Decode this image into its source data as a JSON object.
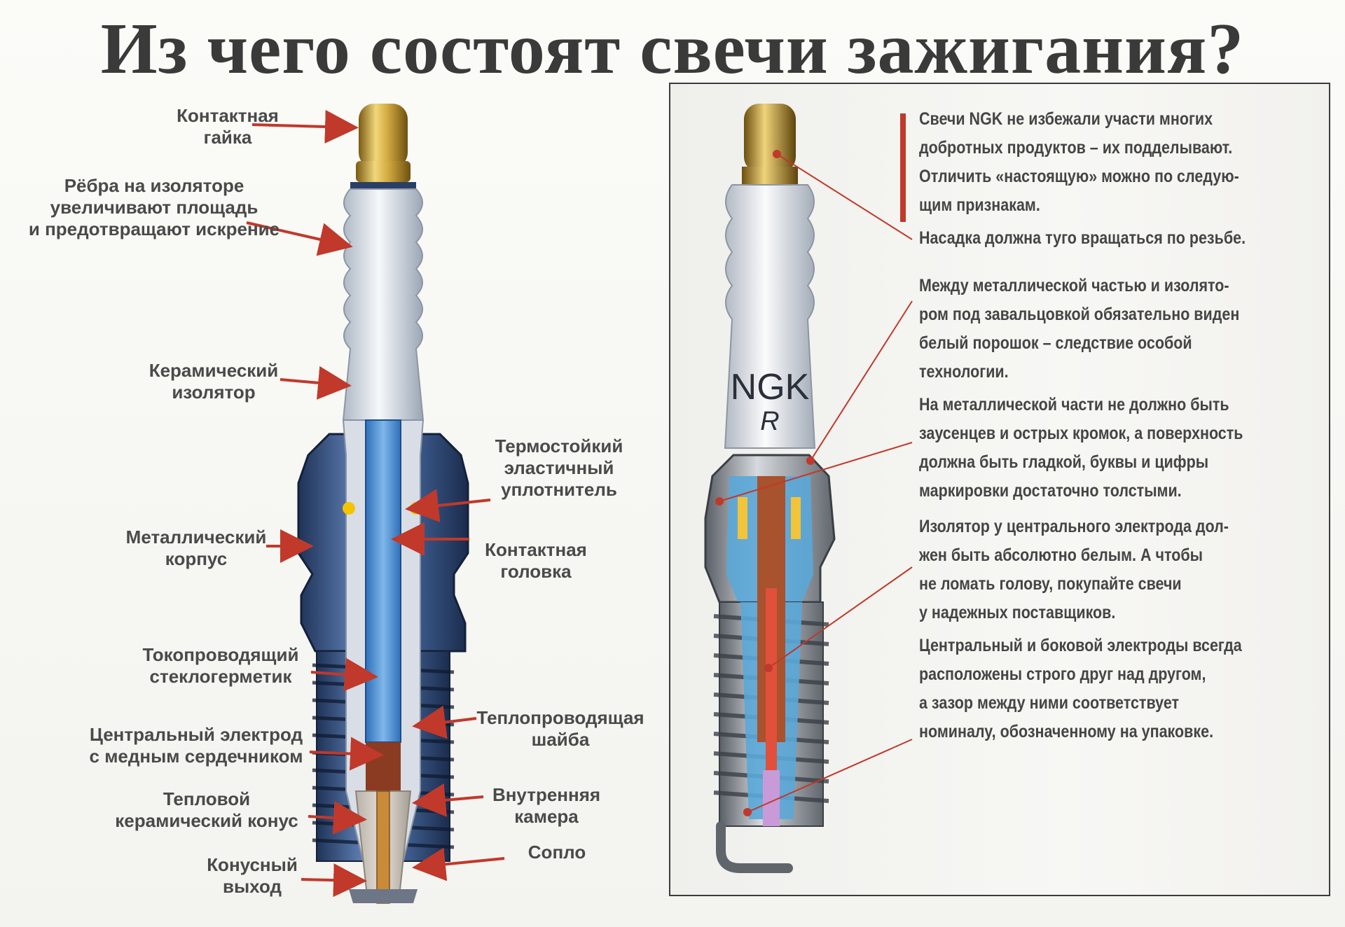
{
  "title": "Из чего состоят свечи зажигания?",
  "colors": {
    "arrow": "#c0392b",
    "label_text": "#4a4a4a",
    "body_blue": "#3c5a8a",
    "insulator": "#dde3ea",
    "core_blue": "#4a8fd6",
    "brass": "#c9a23a",
    "copper": "#b5522e"
  },
  "left_labels": [
    {
      "id": "kontaktnaya-gayka",
      "lines": [
        "Контактная",
        "гайка"
      ]
    },
    {
      "id": "rebra",
      "lines": [
        "Рёбра на изоляторе",
        "увеличивают площадь",
        "и предотвращают искрение"
      ]
    },
    {
      "id": "keramicheskiy-izolyator",
      "lines": [
        "Керамический",
        "изолятор"
      ]
    },
    {
      "id": "termostoykiy-uplotnitel",
      "lines": [
        "Термостойкий",
        "эластичный",
        "уплотнитель"
      ]
    },
    {
      "id": "metallicheskiy-korpus",
      "lines": [
        "Металлический",
        "корпус"
      ]
    },
    {
      "id": "kontaktnaya-golovka",
      "lines": [
        "Контактная",
        "головка"
      ]
    },
    {
      "id": "tokoprovodyashchiy",
      "lines": [
        "Токопроводящий",
        "стеклогерметик"
      ]
    },
    {
      "id": "teploprovodyashchaya-shayba",
      "lines": [
        "Теплопроводящая",
        "шайба"
      ]
    },
    {
      "id": "tsentralnyy-elektrod",
      "lines": [
        "Центральный электрод",
        "с медным сердечником"
      ]
    },
    {
      "id": "teplovoy-konus",
      "lines": [
        "Тепловой",
        "керамический конус"
      ]
    },
    {
      "id": "vnutrennyaya-kamera",
      "lines": [
        "Внутренняя",
        "камера"
      ]
    },
    {
      "id": "konusnyy-vykhod",
      "lines": [
        "Конусный",
        "выход"
      ]
    },
    {
      "id": "soplo",
      "lines": [
        "Сопло"
      ]
    }
  ],
  "right_panel": {
    "plug_brand": "NGK",
    "plug_mark": "R",
    "notes": [
      {
        "id": "intro",
        "lines": [
          "Свечи NGK не избежали участи многих",
          "добротных продуктов – их подделывают.",
          "Отличить «настоящую» можно по следую-",
          "щим признакам."
        ]
      },
      {
        "id": "nasadka",
        "lines": [
          "Насадка должна туго вращаться по резьбе."
        ]
      },
      {
        "id": "poroshok",
        "lines": [
          "Между металлической частью и изолято-",
          "ром под завальцовкой обязательно виден",
          "белый порошок – следствие особой",
          "технологии."
        ]
      },
      {
        "id": "zausentsy",
        "lines": [
          "На металлической части не должно быть",
          "заусенцев и острых кромок, а поверхность",
          "должна быть гладкой, буквы и цифры",
          "маркировки достаточно толстыми."
        ]
      },
      {
        "id": "izolyator-belyy",
        "lines": [
          "Изолятор у центрального электрода дол-",
          "жен быть абсолютно белым. А чтобы",
          "не ломать голову, покупайте свечи",
          "у надежных поставщиков."
        ]
      },
      {
        "id": "elektrody",
        "lines": [
          "Центральный и боковой электроды всегда",
          "расположены строго друг над другом,",
          "а зазор между ними соответствует",
          "номиналу, обозначенному на упаковке."
        ]
      }
    ]
  }
}
